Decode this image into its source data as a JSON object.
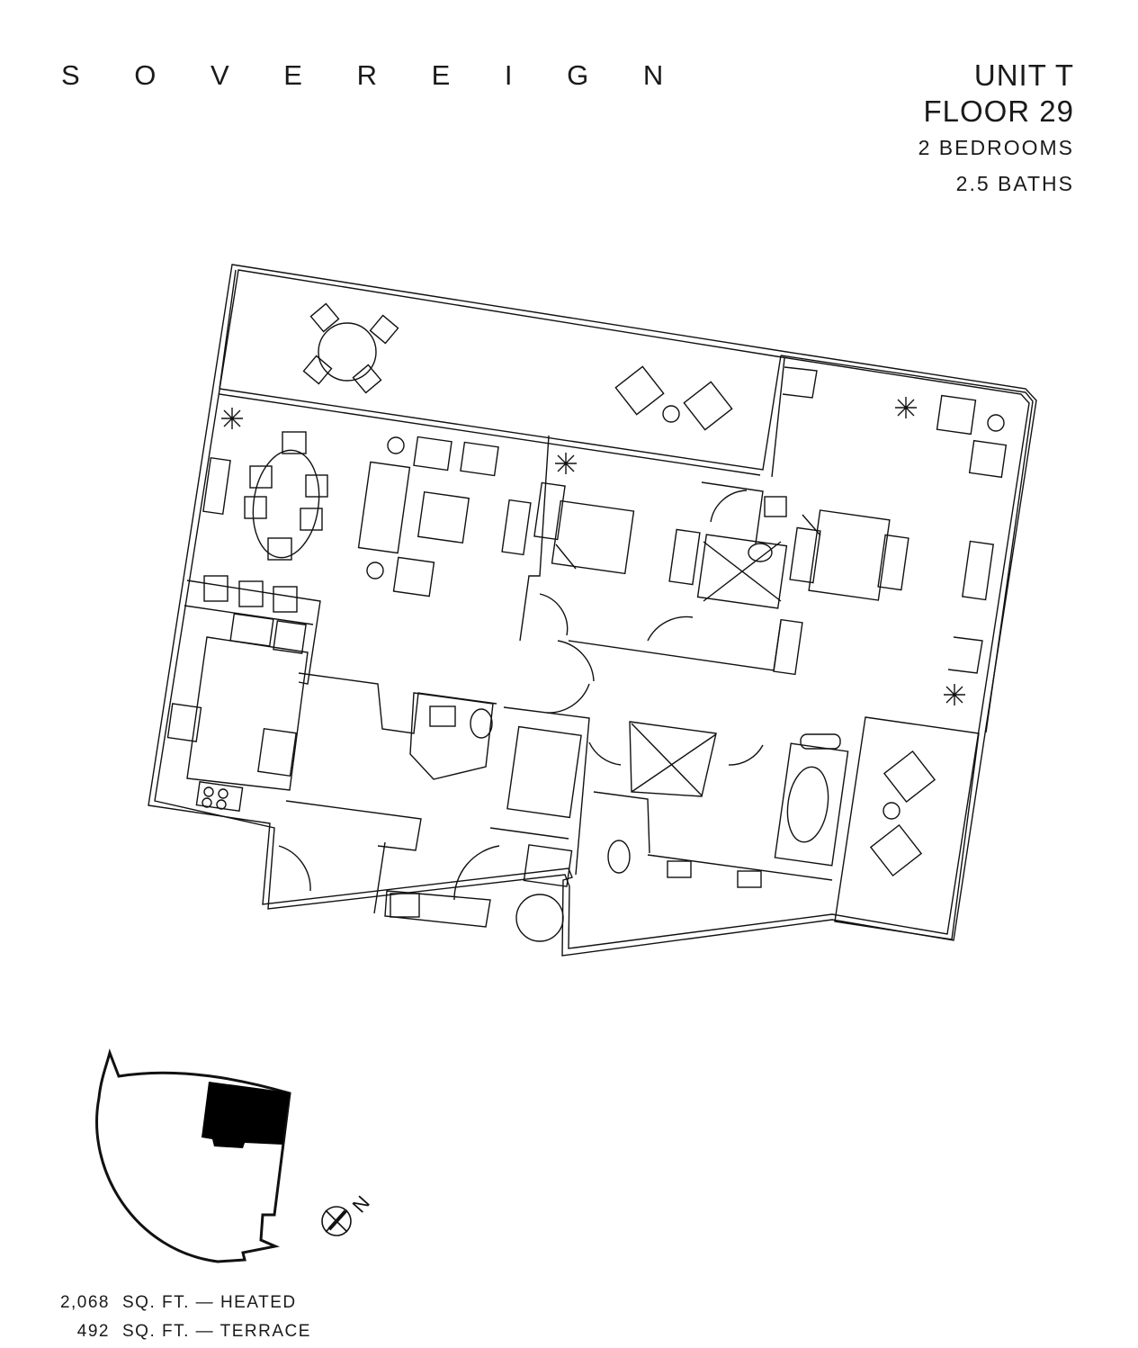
{
  "brand": {
    "name": "S O V E R E I G N"
  },
  "unit": {
    "name": "UNIT T",
    "floor": "FLOOR 29",
    "bedrooms": "2 BEDROOMS",
    "baths": "2.5 BATHS"
  },
  "areas": [
    {
      "value": "2,068",
      "label": "SQ. FT. — HEATED"
    },
    {
      "value": "492",
      "label": "SQ. FT. — TERRACE"
    }
  ],
  "compass": {
    "label": "N"
  },
  "colors": {
    "line": "#111111",
    "fill_unit": "#000000",
    "background": "#ffffff"
  }
}
